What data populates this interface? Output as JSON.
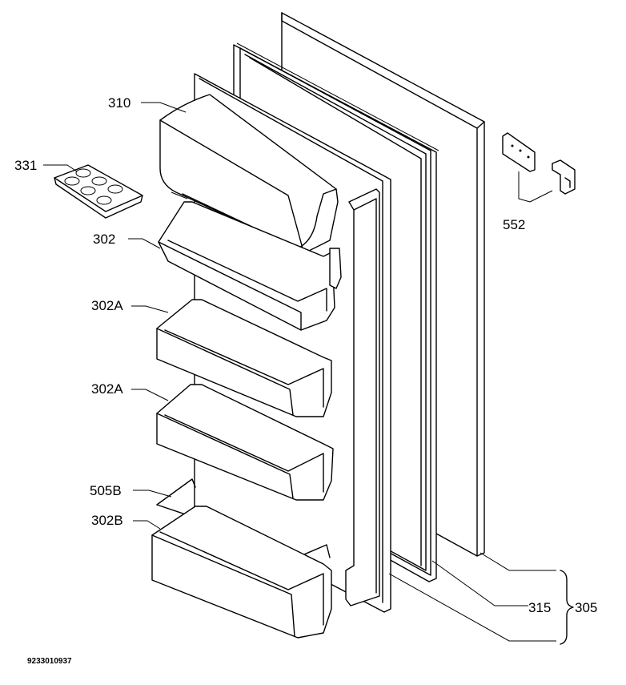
{
  "labels": {
    "l310": "310",
    "l331": "331",
    "l302": "302",
    "l302a_1": "302A",
    "l302a_2": "302A",
    "l505b": "505B",
    "l302b": "302B",
    "l552": "552",
    "l315": "315",
    "l305": "305"
  },
  "drawing_code": "9233010937"
}
